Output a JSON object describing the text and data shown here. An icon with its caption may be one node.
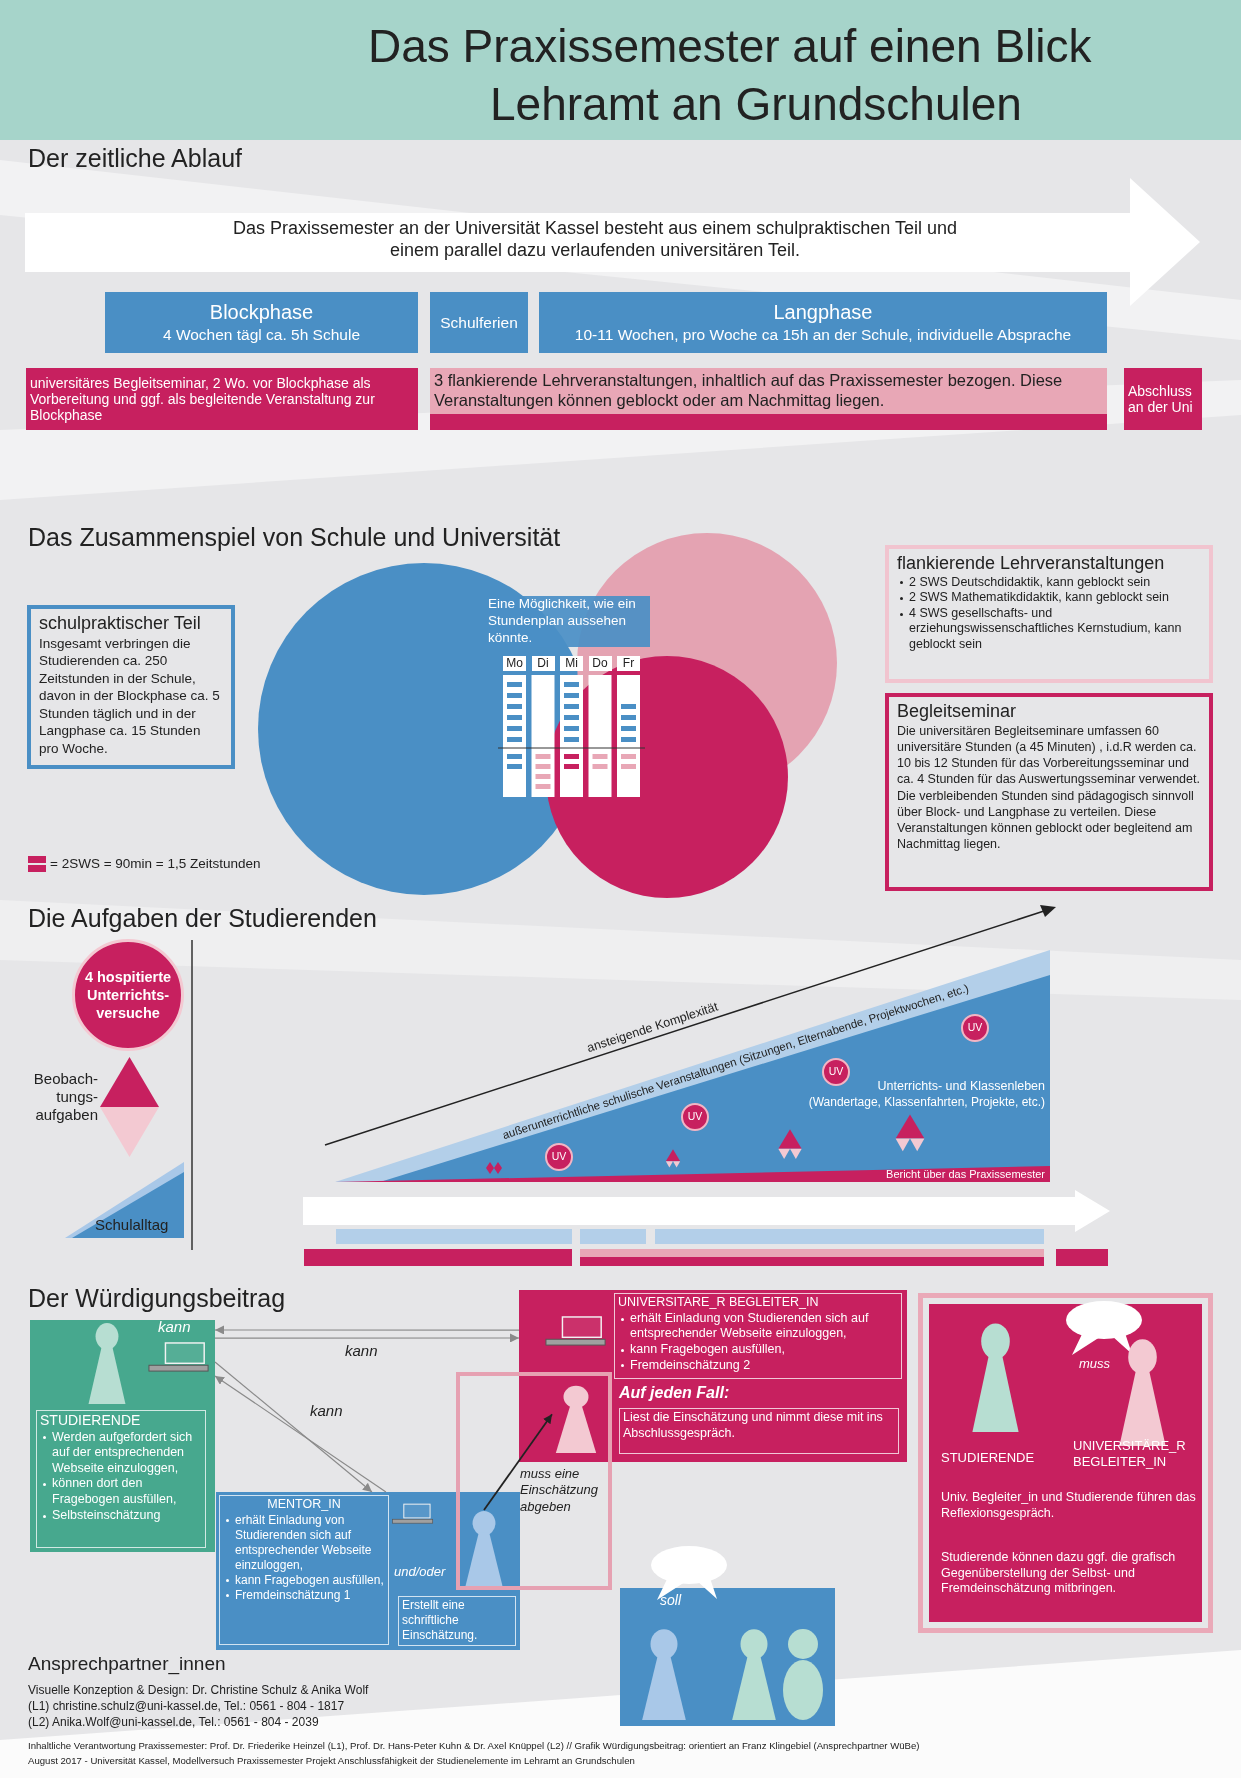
{
  "diagram": {
    "title": "Das Praxissemester auf einen Blick",
    "nodes": [
      {
        "text": [
          "Das Praxissemester an der Universität Kassel besteht aus einem schulpraktischen Teil und einem parallel dazu verlaufenden universitären Teil."
        ]
      },
      {
        "text": [
          "Blockphase",
          "4 Wochen tägl ca. 5h Schule"
        ]
      },
      {
        "text": [
          "Schulferien"
        ]
      },
      {
        "text": [
          "Langphase",
          "10-11 Wochen, pro Woche ca 15h an der Schule, individuelle Absprache"
        ]
      },
      {
        "text": [
          "universitäres Begleitseminar, 2 Wo. vor Blockphase als Vorbereitung und ggf. als begleitende Veranstaltung zur Blockphase"
        ]
      },
      {
        "text": [
          "3 flankierende Lehrveranstaltungen, inhaltlich auf das Praxissemester bezogen. Diese Veranstaltungen können geblockt oder am Nachmittag liegen."
        ]
      },
      {
        "text": [
          "Abschluss an der Uni"
        ]
      },
      {
        "text": [
          "schulpraktischer Teil",
          "Insgesamt verbringen die Studierenden ca. 250 Zeitstunden in der Schule, davon in der Blockphase ca. 5 Stunden täglich und in der Langphase ca. 15 Stunden pro Woche."
        ]
      },
      {
        "text": [
          "flankierende Lehrveranstaltungen",
          "2 SWS Deutschdidaktik, kann geblockt sein",
          "2 SWS Mathematikdidaktik, kann geblockt sein",
          "4 SWS gesellschafts- und erziehungswissenschaftliches Kernstudium, kann geblockt sein"
        ]
      },
      {
        "text": [
          "Begleitseminar",
          "Die universitären Begleitseminare umfassen 60 universitäre Stunden (a 45 Minuten) , i.d.R werden ca. 10 bis 12 Stunden für das Vorbereitungsseminar und ca. 4 Stunden für das Auswertungsseminar verwendet. Die verbleibenden Stunden sind pädagogisch sinnvoll über Block- und Langphase zu verteilen. Diese Veranstaltungen können geblockt oder begleitend am Nachmittag liegen."
        ]
      },
      {
        "text": [
          "4 hospitierte Unterrichts-versuche"
        ]
      },
      {
        "text": [
          "UV"
        ]
      },
      {
        "text": [
          "UV"
        ]
      },
      {
        "text": [
          "UV"
        ]
      },
      {
        "text": [
          "UV"
        ]
      },
      {
        "text": [
          "STUDIERENDE",
          "Werden aufgefordert sich auf der entsprechenden Webseite einzuloggen,",
          "können dort den Fragebogen ausfüllen,",
          "Selbsteinschätzung"
        ]
      },
      {
        "text": [
          "UNIVERSITARE_R BEGLEITER_IN",
          "erhält Einladung von Studierenden sich auf entsprechender Webseite einzuloggen,",
          "kann Fragebogen ausfüllen,",
          "Fremdeinschätzung 2",
          "Auf jeden Fall:",
          "Liest die Einschätzung und nimmt diese mit ins Abschlussgespräch."
        ]
      },
      {
        "text": [],
        "shape": "person",
        "in": 16
      },
      {
        "text": [
          "MENTOR_IN",
          "erhält Einladung von Studierenden sich auf entsprechender Webseite einzuloggen,",
          "kann Fragebogen ausfüllen,",
          "Fremdeinschätzung 1",
          "und/oder",
          "Erstellt eine schriftliche Einschätzung."
        ]
      },
      {
        "text": [],
        "shape": "person",
        "in": 18
      },
      {
        "text": [
          "soll"
        ]
      },
      {
        "text": [
          "muss",
          "STUDIERENDE",
          "UNIVERSITÄRE_R BEGLEITER_IN",
          "Univ. Begleiter_in und Studierende führen das Reflexionsgespräch.",
          "Studierende können dazu ggf. die grafisch Gegenüberstellung der Selbst- und Fremdeinschätzung mitbringen."
        ]
      }
    ],
    "edges": [
      {
        "from": 15,
        "to": 16,
        "arrow": "to",
        "label": "kann"
      },
      {
        "from": 16,
        "to": 15,
        "arrow": "to",
        "label": "kann"
      },
      {
        "from": 15,
        "to": 18,
        "arrow": "to",
        "label": "kann"
      },
      {
        "from": 18,
        "to": 15,
        "arrow": "to"
      },
      {
        "from": 19,
        "to": 17,
        "arrow": "to",
        "label": "muss eine Einschätzung abgeben",
        "color": "#222222"
      }
    ],
    "labels": [
      "Lehramt an Grundschulen",
      "Der zeitliche Ablauf",
      "Das Zusammenspiel von Schule und Universität",
      "Eine Möglichkeit, wie ein Stundenplan aussehen könnte.",
      "Mo",
      "Di",
      "Mi",
      "Do",
      "Fr",
      "Die Aufgaben der Studierenden",
      "Beobach-tungs-aufgaben",
      "Schulalltag",
      "ansteigende Komplexität",
      "außerunterrichtliche schulische Veranstaltungen (Sitzungen, Elternabende, Projektwochen, etc.)",
      "Unterrichts- und Klassenleben",
      "(Wandertage, Klassenfahrten, Projekte, etc.)",
      "Bericht über das Praxissemester",
      "Der Würdigungsbeitrag",
      "Ansprechpartner_innen",
      "Visuelle Konzeption & Design: Dr. Christine Schulz & Anika Wolf",
      "(L1) christine.schulz@uni-kassel.de, Tel.: 0561 - 804 - 1817",
      "(L2) Anika.Wolf@uni-kassel.de, Tel.: 0561 - 804 - 2039",
      "Inhaltliche Verantwortung Praxissemester: Prof. Dr. Friederike Heinzel (L1), Prof. Dr. Hans-Peter Kuhn & Dr. Axel Knüppel (L2) // Grafik Würdigungsbeitrag: orientiert an Franz Klingebiel (Ansprechpartner WüBe)",
      "August 2017 - Universität Kassel, Modellversuch Praxissemester Projekt Anschlussfähigkeit der Studienelemente im Lehramt an Grundschulen"
    ],
    "legend": [
      {
        "text": "= 2SWS = 90min = 1,5 Zeitstunden",
        "color": "#c7205f"
      }
    ]
  }
}
